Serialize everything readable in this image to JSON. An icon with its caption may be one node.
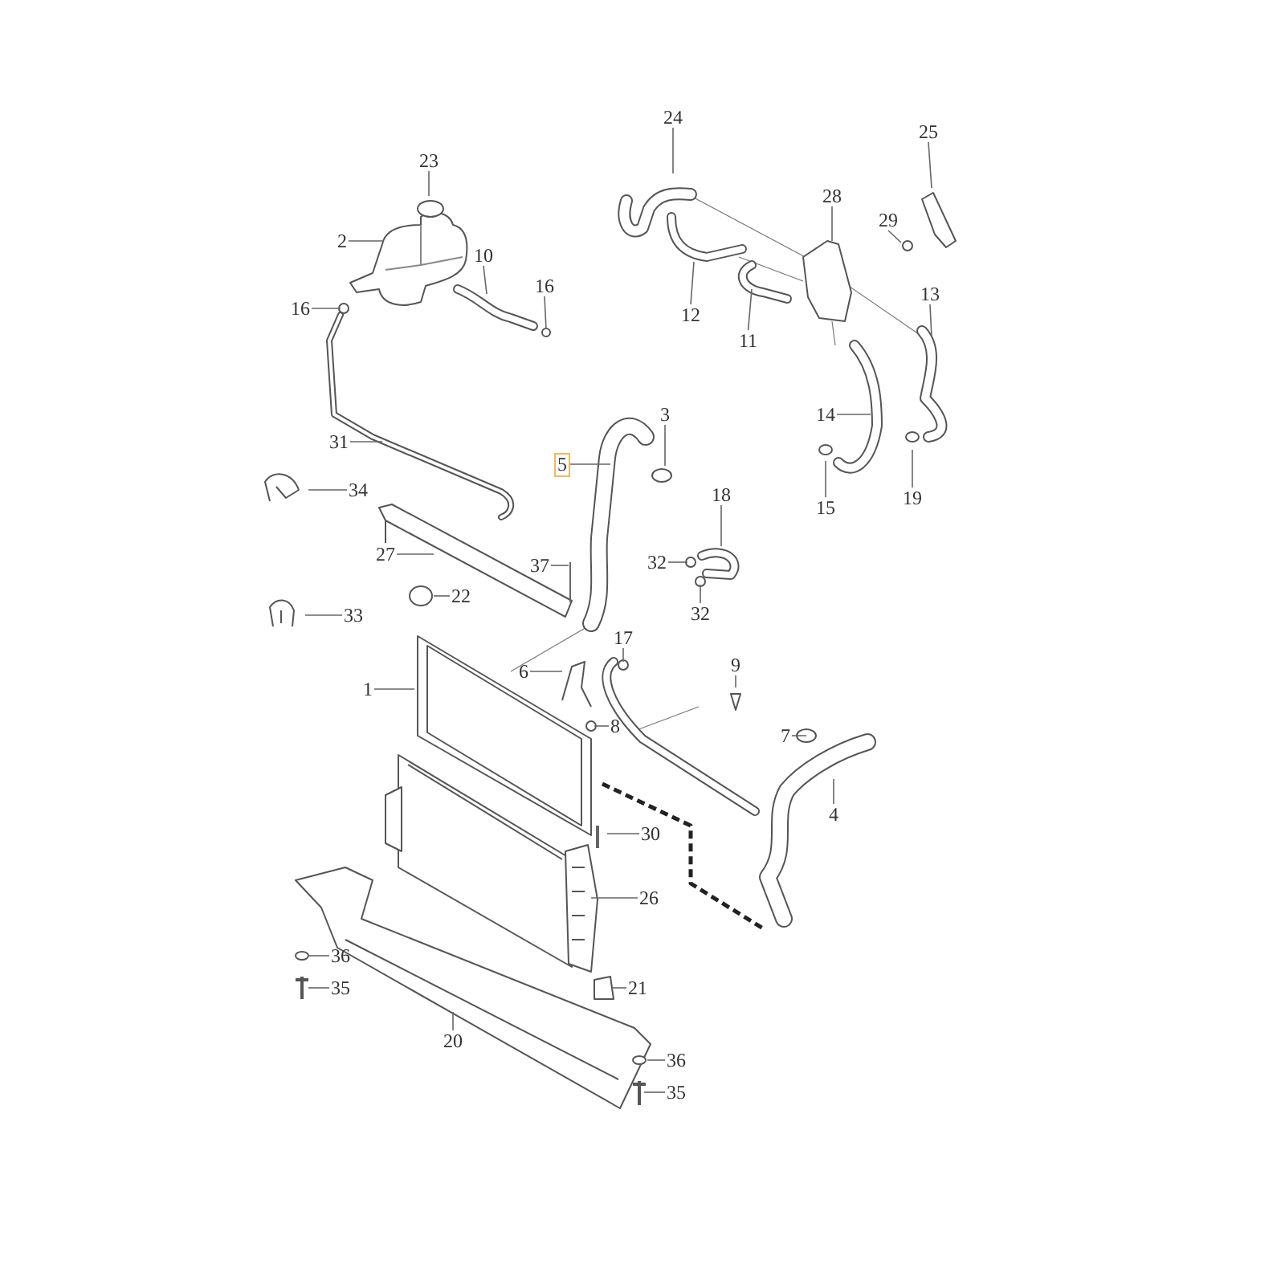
{
  "diagram": {
    "nodes": [
      {
        "text": [
          "24"
        ]
      },
      {
        "text": [
          "25"
        ]
      },
      {
        "text": [
          "23"
        ]
      },
      {
        "text": [
          "28"
        ]
      },
      {
        "text": [
          "29"
        ]
      },
      {
        "text": [
          "2"
        ]
      },
      {
        "text": [
          "10"
        ]
      },
      {
        "text": [
          "13"
        ]
      },
      {
        "text": [
          "16"
        ]
      },
      {
        "text": [
          "16"
        ]
      },
      {
        "text": [
          "12"
        ]
      },
      {
        "text": [
          "11"
        ]
      },
      {
        "text": [
          "14"
        ]
      },
      {
        "text": [
          "3"
        ]
      },
      {
        "text": [
          "31"
        ]
      },
      {
        "text": [
          "5"
        ]
      },
      {
        "text": [
          "34"
        ]
      },
      {
        "text": [
          "18"
        ]
      },
      {
        "text": [
          "19"
        ]
      },
      {
        "text": [
          "15"
        ]
      },
      {
        "text": [
          "27"
        ]
      },
      {
        "text": [
          "37"
        ]
      },
      {
        "text": [
          "32"
        ]
      },
      {
        "text": [
          "22"
        ]
      },
      {
        "text": [
          "33"
        ]
      },
      {
        "text": [
          "32"
        ]
      },
      {
        "text": [
          "17"
        ]
      },
      {
        "text": [
          "9"
        ]
      },
      {
        "text": [
          "6"
        ]
      },
      {
        "text": [
          "1"
        ]
      },
      {
        "text": [
          "8"
        ]
      },
      {
        "text": [
          "7"
        ]
      },
      {
        "text": [
          "4"
        ]
      },
      {
        "text": [
          "30"
        ]
      },
      {
        "text": [
          "26"
        ]
      },
      {
        "text": [
          "36"
        ]
      },
      {
        "text": [
          "35"
        ]
      },
      {
        "text": [
          "21"
        ]
      },
      {
        "text": [
          "20"
        ]
      },
      {
        "text": [
          "36"
        ]
      },
      {
        "text": [
          "35"
        ]
      }
    ],
    "edges": [
      {
        "from": 0,
        "to": null,
        "arrow": "none"
      },
      {
        "from": 1,
        "to": null,
        "arrow": "none"
      },
      {
        "from": 2,
        "to": null,
        "arrow": "none"
      },
      {
        "from": 3,
        "to": null,
        "arrow": "none"
      },
      {
        "from": 4,
        "to": null,
        "arrow": "none"
      },
      {
        "from": 5,
        "to": null,
        "arrow": "none"
      },
      {
        "from": 6,
        "to": null,
        "arrow": "none"
      },
      {
        "from": 7,
        "to": null,
        "arrow": "none"
      },
      {
        "from": 8,
        "to": null,
        "arrow": "none"
      },
      {
        "from": 9,
        "to": null,
        "arrow": "none"
      },
      {
        "from": 10,
        "to": null,
        "arrow": "none"
      },
      {
        "from": 11,
        "to": null,
        "arrow": "none"
      },
      {
        "from": 12,
        "to": null,
        "arrow": "none"
      },
      {
        "from": 13,
        "to": null,
        "arrow": "none"
      },
      {
        "from": 14,
        "to": null,
        "arrow": "none"
      },
      {
        "from": 15,
        "to": null,
        "arrow": "none"
      },
      {
        "from": 16,
        "to": null,
        "arrow": "none"
      },
      {
        "from": 17,
        "to": null,
        "arrow": "none"
      },
      {
        "from": 18,
        "to": null,
        "arrow": "none"
      },
      {
        "from": 19,
        "to": null,
        "arrow": "none"
      },
      {
        "from": 20,
        "to": null,
        "arrow": "none"
      },
      {
        "from": 21,
        "to": null,
        "arrow": "none"
      },
      {
        "from": 22,
        "to": null,
        "arrow": "none"
      },
      {
        "from": 23,
        "to": null,
        "arrow": "none"
      },
      {
        "from": 24,
        "to": null,
        "arrow": "none"
      },
      {
        "from": 25,
        "to": null,
        "arrow": "none"
      },
      {
        "from": 26,
        "to": null,
        "arrow": "none"
      },
      {
        "from": 27,
        "to": null,
        "arrow": "none"
      },
      {
        "from": 28,
        "to": null,
        "arrow": "none"
      },
      {
        "from": 29,
        "to": null,
        "arrow": "none"
      },
      {
        "from": 30,
        "to": null,
        "arrow": "none"
      },
      {
        "from": 31,
        "to": null,
        "arrow": "none"
      },
      {
        "from": 32,
        "to": null,
        "arrow": "none"
      },
      {
        "from": 33,
        "to": null,
        "arrow": "none"
      },
      {
        "from": 34,
        "to": null,
        "arrow": "none"
      },
      {
        "from": 35,
        "to": null,
        "arrow": "none"
      },
      {
        "from": 36,
        "to": null,
        "arrow": "none"
      },
      {
        "from": 37,
        "to": null,
        "arrow": "none"
      },
      {
        "from": 38,
        "to": null,
        "arrow": "none"
      },
      {
        "from": 39,
        "to": null,
        "arrow": "none"
      },
      {
        "from": 40,
        "to": null,
        "arrow": "none"
      }
    ]
  }
}
